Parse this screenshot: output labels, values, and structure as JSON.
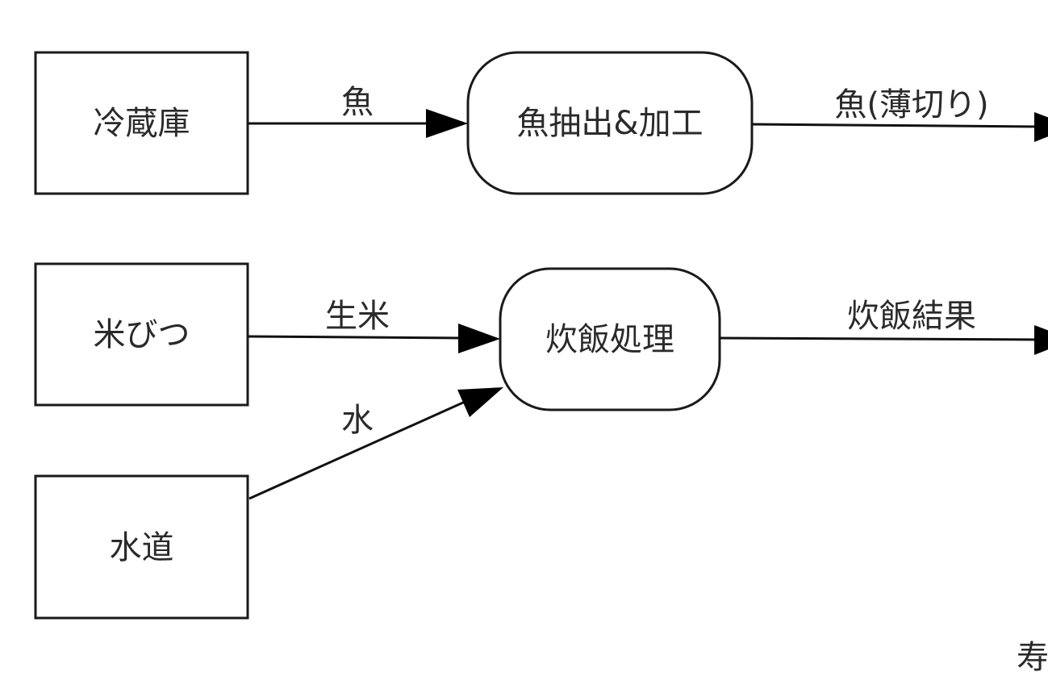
{
  "diagram": {
    "type": "data-flow-diagram",
    "nodes": [
      {
        "id": "reizouko",
        "label": "冷蔵庫",
        "kind": "external-entity"
      },
      {
        "id": "komebitsu",
        "label": "米びつ",
        "kind": "external-entity"
      },
      {
        "id": "suidou",
        "label": "水道",
        "kind": "external-entity"
      },
      {
        "id": "sakana-kakou",
        "label": "魚抽出&加工",
        "kind": "process"
      },
      {
        "id": "suihan",
        "label": "炊飯処理",
        "kind": "process"
      }
    ],
    "edges": [
      {
        "from": "reizouko",
        "to": "sakana-kakou",
        "label": "魚"
      },
      {
        "from": "sakana-kakou",
        "to": "offscreen-right",
        "label": "魚(薄切り)"
      },
      {
        "from": "komebitsu",
        "to": "suihan",
        "label": "生米"
      },
      {
        "from": "suidou",
        "to": "suihan",
        "label": "水"
      },
      {
        "from": "suihan",
        "to": "offscreen-right",
        "label": "炊飯結果"
      }
    ],
    "partial_label": "寿"
  }
}
